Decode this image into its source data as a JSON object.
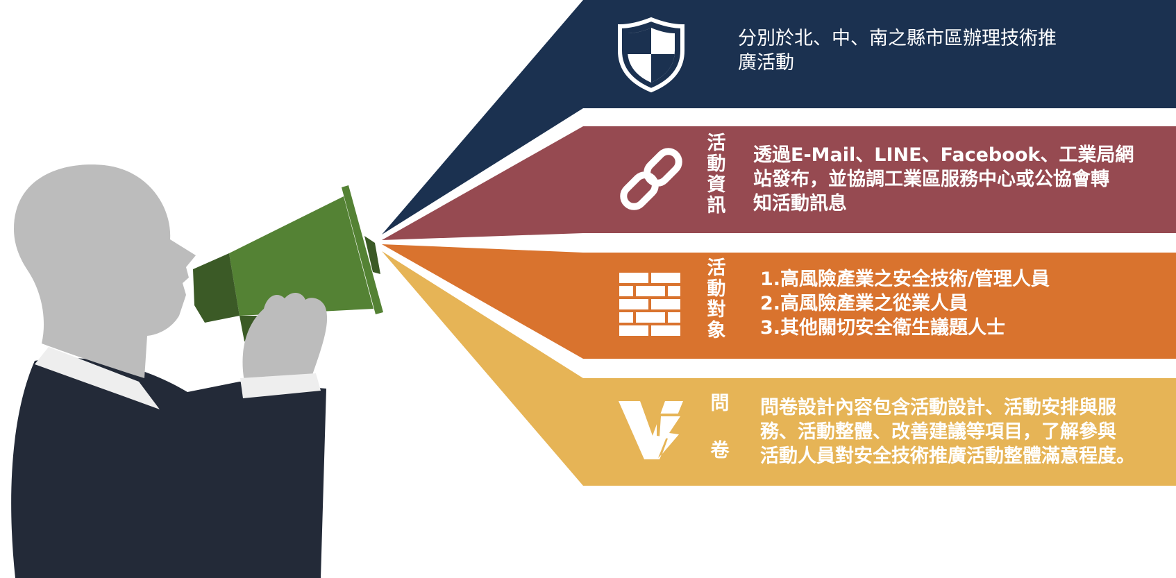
{
  "colors": {
    "navy": "#1b3150",
    "maroon": "#964a51",
    "orange": "#d9732e",
    "gold": "#e6b456",
    "megaphone_green": "#548234",
    "megaphone_dark": "#3b5a26",
    "head_gray": "#bcbcbc",
    "suit": "#232a38",
    "collar": "#eeeeee"
  },
  "bands": [
    {
      "name": "band-1",
      "icon": "shield-icon",
      "label_chars": [],
      "lines": [
        "分別於北、中、南之縣市區辦理技術推",
        "廣活動"
      ]
    },
    {
      "name": "band-2",
      "icon": "link-icon",
      "label_chars": [
        "活",
        "動",
        "資",
        "訊"
      ],
      "lines": [
        "透過E-Mail、LINE、Facebook、工業局網",
        "站發布，並協調工業區服務中心或公協會轉",
        "知活動訊息"
      ]
    },
    {
      "name": "band-3",
      "icon": "brick-wall-icon",
      "label_chars": [
        "活",
        "動",
        "對",
        "象"
      ],
      "lines": [
        "1.高風險產業之安全技術/管理人員",
        "2.高風險產業之從業人員",
        "3.其他關切安全衛生議題人士"
      ]
    },
    {
      "name": "band-4",
      "icon": "v3-logo-icon",
      "label_chars": [
        "問",
        "卷"
      ],
      "lines": [
        "問卷設計內容包含活動設計、活動安排與服",
        "務、活動整體、改善建議等項目，了解參與",
        "活動人員對安全技術推廣活動整體滿意程度。"
      ]
    }
  ]
}
